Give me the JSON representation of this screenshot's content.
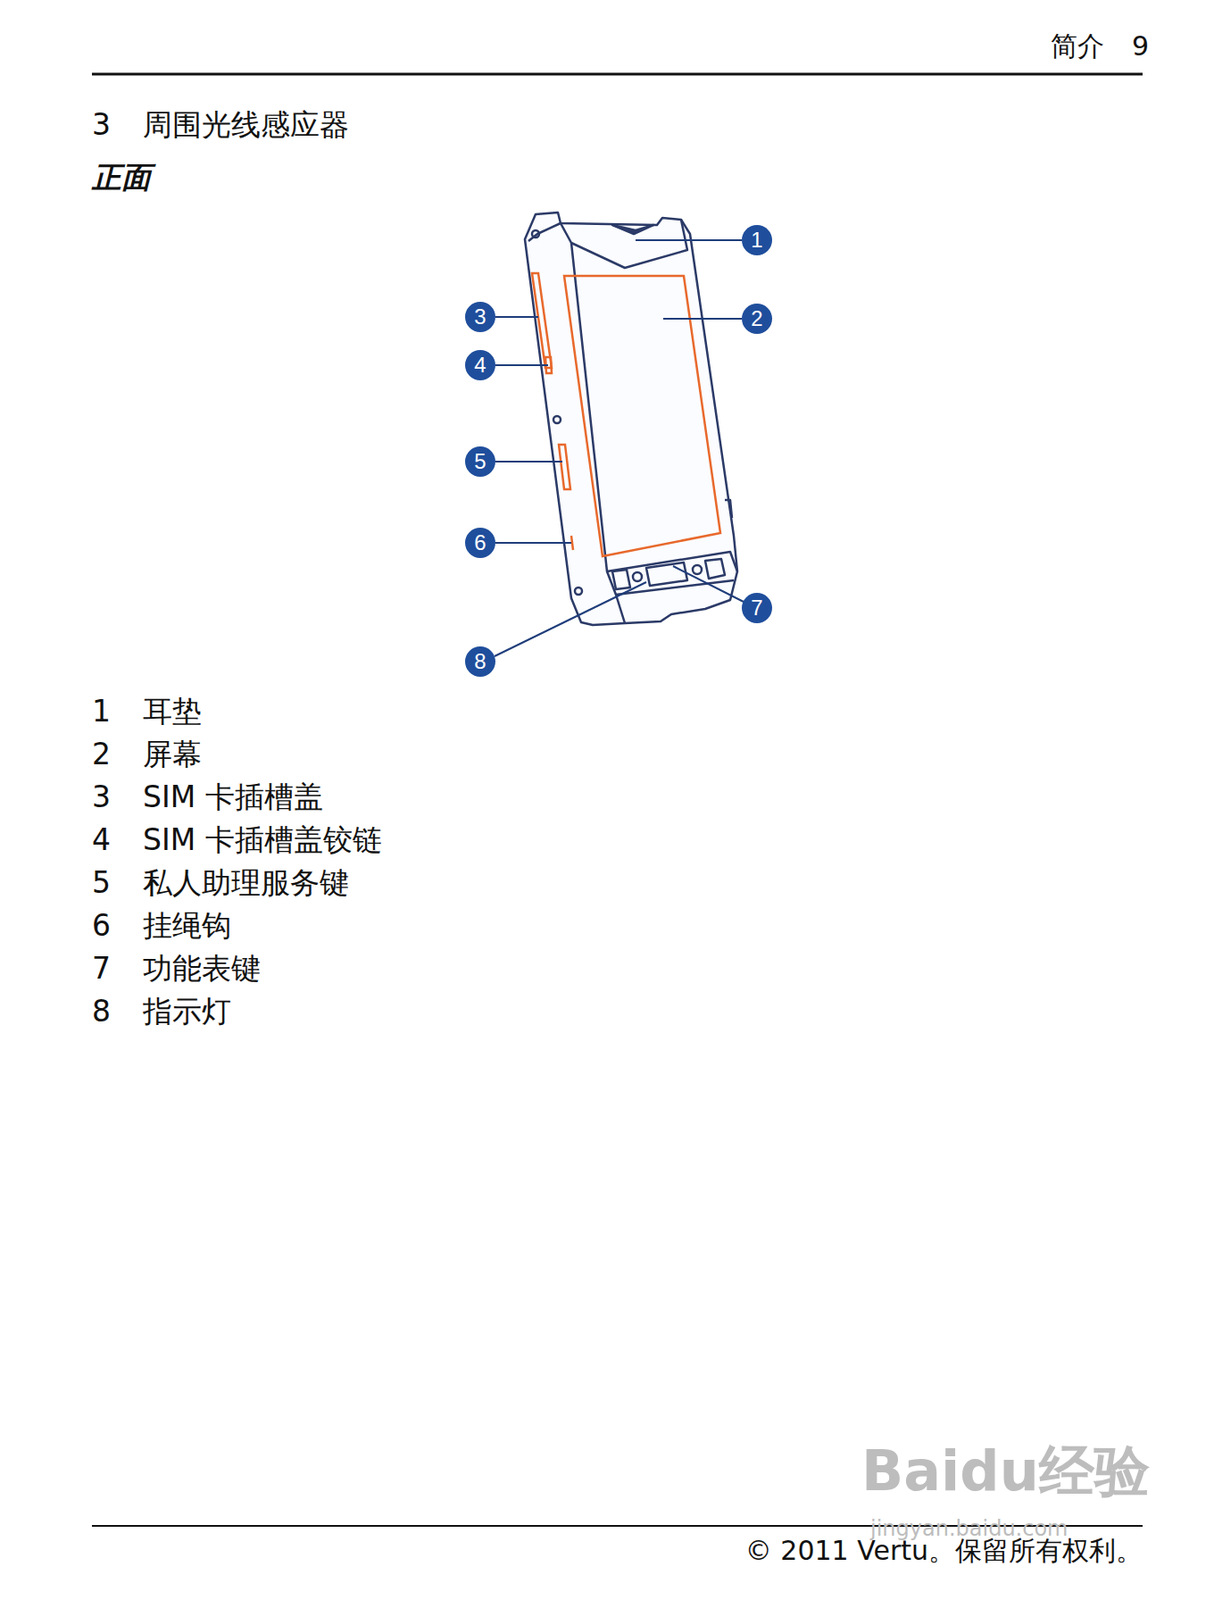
{
  "diagram": {
    "title": "正面",
    "labels": [
      "简介",
      "9",
      "3",
      "周围光线感应器",
      "1",
      "2",
      "3",
      "4",
      "5",
      "6",
      "7",
      "8",
      "1",
      "耳垫",
      "2",
      "屏幕",
      "3",
      "SIM 卡插槽盖",
      "4",
      "SIM 卡插槽盖铰链",
      "5",
      "私人助理服务键",
      "6",
      "挂绳钩",
      "7",
      "功能表键",
      "8",
      "指示灯",
      "Baidu经验",
      "jingyan.baidu.com",
      "© 2011 Vertu。保留所有权利。"
    ]
  }
}
